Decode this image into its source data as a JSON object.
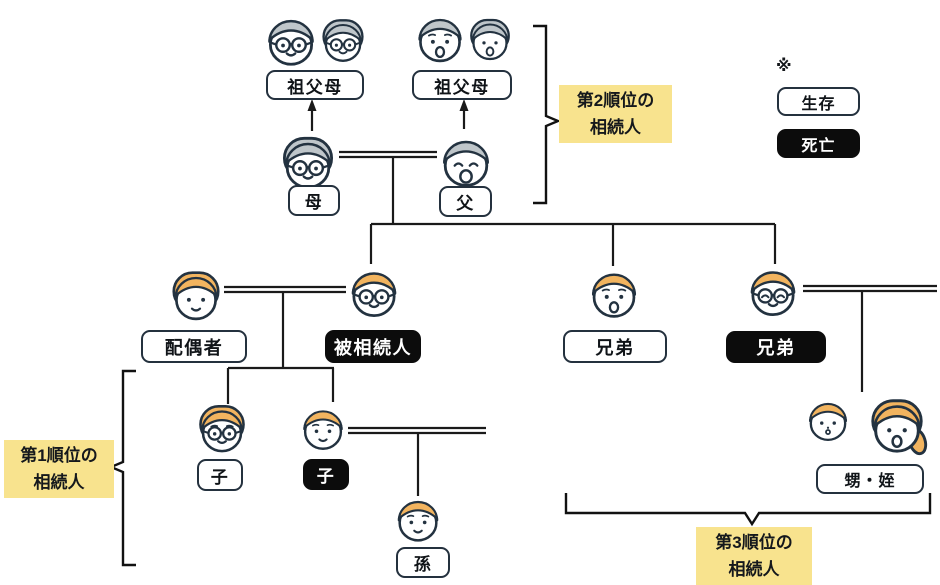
{
  "legend": {
    "note_mark": "※",
    "alive_label": "生存",
    "deceased_label": "死亡"
  },
  "rank_labels": {
    "rank1": [
      "第1順位の",
      "相続人"
    ],
    "rank2": [
      "第2順位の",
      "相続人"
    ],
    "rank3": [
      "第3順位の",
      "相続人"
    ]
  },
  "nodes": {
    "grandparents_maternal": {
      "label": "祖父母",
      "status": "alive"
    },
    "grandparents_paternal": {
      "label": "祖父母",
      "status": "alive"
    },
    "mother": {
      "label": "母",
      "status": "alive"
    },
    "father": {
      "label": "父",
      "status": "alive"
    },
    "spouse": {
      "label": "配偶者",
      "status": "alive"
    },
    "decedent": {
      "label": "被相続人",
      "status": "deceased"
    },
    "sibling_left": {
      "label": "兄弟",
      "status": "alive"
    },
    "sibling_right": {
      "label": "兄弟",
      "status": "deceased"
    },
    "child_left": {
      "label": "子",
      "status": "alive"
    },
    "child_right": {
      "label": "子",
      "status": "deceased"
    },
    "grandchild": {
      "label": "孫",
      "status": "alive"
    },
    "nephew_niece": {
      "label": "甥・姪",
      "status": "alive"
    }
  },
  "colors": {
    "highlight_yellow": "#f8e38e",
    "deceased_black": "#0c0c0c",
    "outline": "#233240",
    "hair_gray": "#bfc6ca",
    "hair_orange": "#f2b45f"
  }
}
